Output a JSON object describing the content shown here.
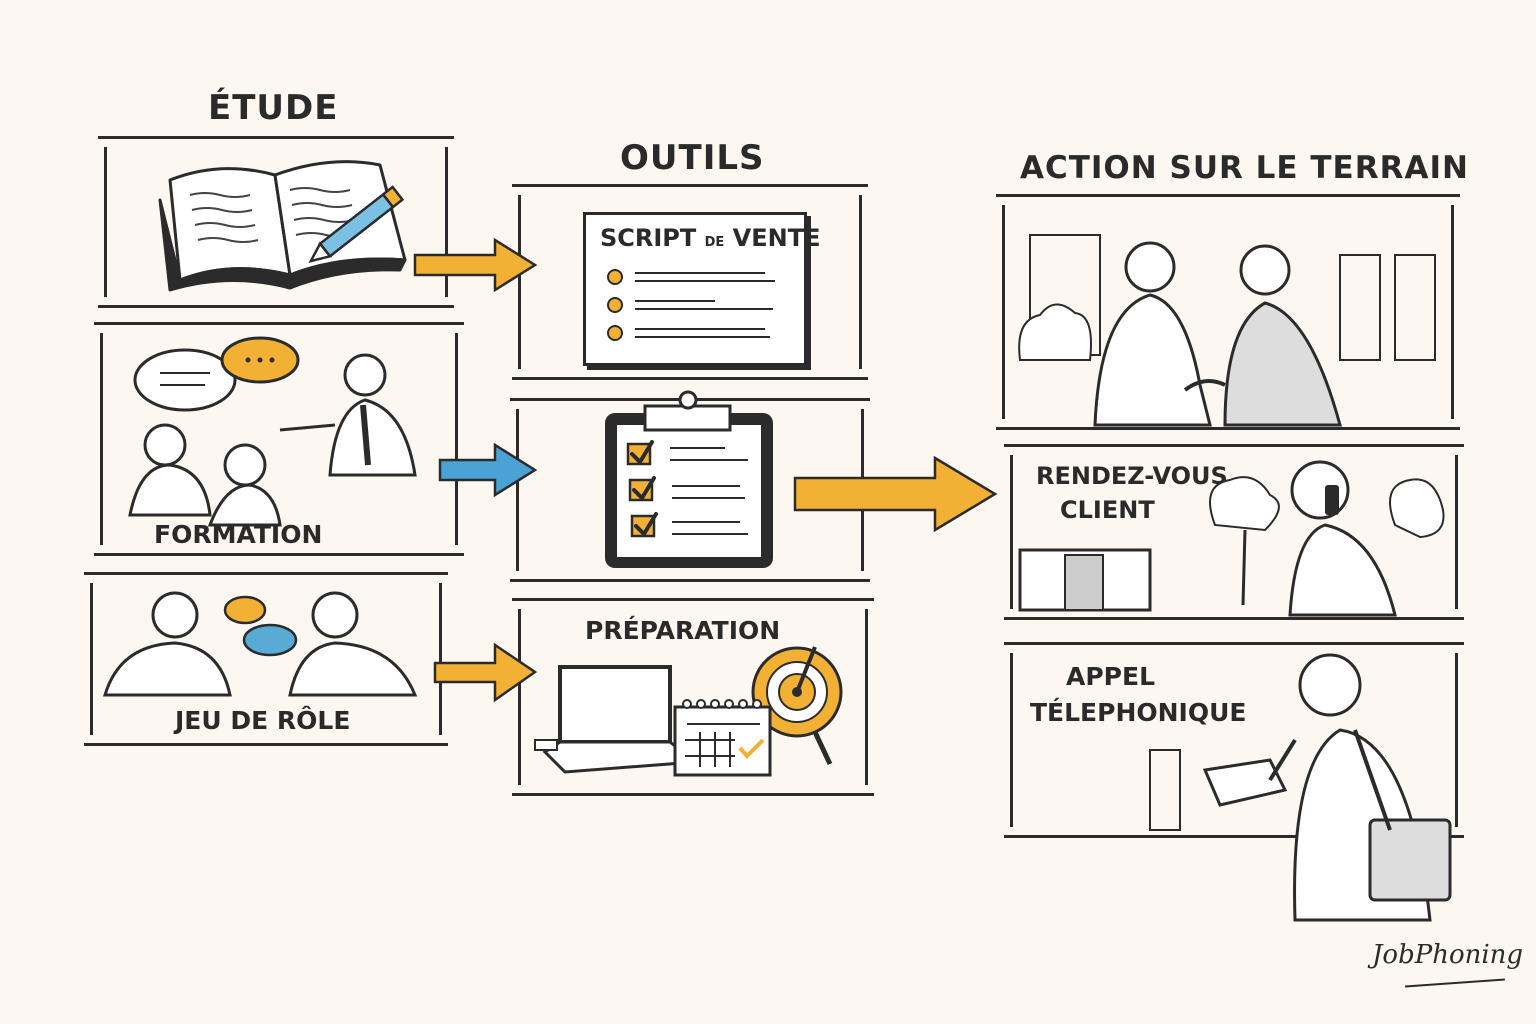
{
  "columns": [
    {
      "title": "ÉTUDE",
      "panels": [
        {
          "label": "",
          "illustration": "open-book-with-pencil"
        },
        {
          "label": "FORMATION",
          "illustration": "trainer-presenting-to-group"
        },
        {
          "label": "JEU DE RÔLE",
          "illustration": "two-people-role-play"
        }
      ]
    },
    {
      "title": "OUTILS",
      "panels": [
        {
          "label": "SCRIPT DE VENTE",
          "label_parts": {
            "a": "SCRIPT",
            "b": "DE",
            "c": "VENTE"
          },
          "illustration": "sales-script-document"
        },
        {
          "label": "",
          "illustration": "checklist-clipboard"
        },
        {
          "label": "PRÉPARATION",
          "illustration": "laptop-calendar-target"
        }
      ]
    },
    {
      "title": "ACTION SUR LE TERRAIN",
      "panels": [
        {
          "label": "",
          "illustration": "handshake-meeting"
        },
        {
          "label_line1": "RENDEZ-VOUS",
          "label_line2": "CLIENT",
          "illustration": "man-on-phone-outdoors"
        },
        {
          "label_line1": "APPEL",
          "label_line2": "TÉLEPHONIQUE",
          "illustration": "man-writing-on-notepad"
        }
      ]
    }
  ],
  "arrows": [
    {
      "from": "etude-book",
      "to": "script-de-vente",
      "color": "#f2b134"
    },
    {
      "from": "formation",
      "to": "checklist",
      "color": "#4aa3d4"
    },
    {
      "from": "jeu-de-role",
      "to": "preparation",
      "color": "#f2b134"
    },
    {
      "from": "checklist",
      "to": "rendez-vous-client",
      "color": "#f2b134"
    }
  ],
  "colors": {
    "background": "#fcf8f1",
    "ink": "#2b2b2b",
    "accent_yellow": "#f2b134",
    "accent_blue": "#4aa3d4"
  },
  "brand": {
    "logo_text": "JobPhoning"
  }
}
